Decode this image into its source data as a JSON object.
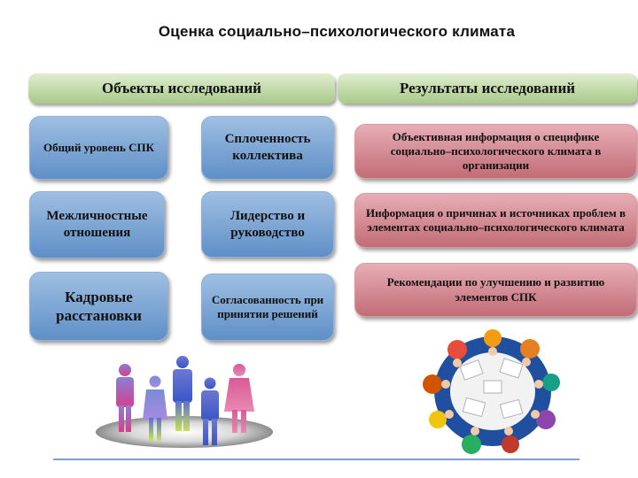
{
  "title": "Оценка социально–психологического климата",
  "left_header": "Объекты исследований",
  "right_header": "Результаты  исследований",
  "objects": [
    "Общий уровень СПК",
    "Сплоченность коллектива",
    "Межличностные отношения",
    "Лидерство и руководство",
    "Кадровые расстановки",
    "Согласованность при принятии решений"
  ],
  "results": [
    "Объективная информация о специфике социально–психологического климата в организации",
    "Информация о причинах и источниках проблем в элементах социально–психологического климата",
    "Рекомендации по улучшению и развитию элементов СПК"
  ],
  "illustrations": [
    "people-group-icon",
    "meeting-table-icon"
  ],
  "colors": {
    "header": "#b7d59a",
    "object_box": "#7aa3d3",
    "result_box": "#d48a93",
    "rule": "#7f9fd0"
  }
}
